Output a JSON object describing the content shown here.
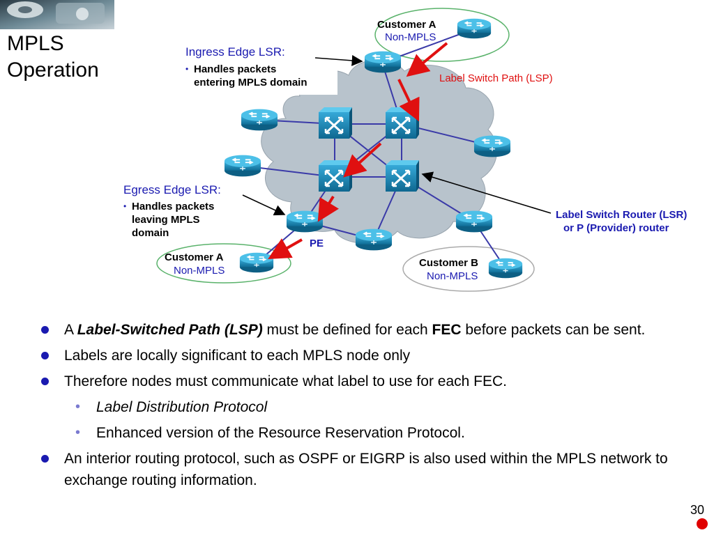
{
  "slide": {
    "title_line1": "MPLS",
    "title_line2": "Operation",
    "page_number": "30"
  },
  "diagram": {
    "ingress_label": "Ingress Edge LSR:",
    "ingress_desc1": "Handles packets",
    "ingress_desc2": "entering MPLS domain",
    "egress_label": "Egress Edge LSR:",
    "egress_desc1": "Handles packets",
    "egress_desc2": "leaving MPLS",
    "egress_desc3": "domain",
    "lsp_label": "Label Switch Path (LSP)",
    "lsr_label1": "Label Switch Router (LSR)",
    "lsr_label2": "or P (Provider) router",
    "pe_label": "PE",
    "customer_a_top": "Customer A",
    "customer_a_top_sub": "Non-MPLS",
    "customer_a_bottom": "Customer A",
    "customer_a_bottom_sub": "Non-MPLS",
    "customer_b": "Customer B",
    "customer_b_sub": "Non-MPLS",
    "colors": {
      "cloud": "#b8c3cc",
      "router": "#1b8fbf",
      "link": "#3a3aa8",
      "lsp_arrow": "#e01010",
      "label_blue": "#1a1ab0",
      "label_red": "#e01010"
    }
  },
  "bullets": {
    "b1_pre": "A ",
    "b1_em": "Label-Switched Path (LSP)",
    "b1_mid": " must be defined for each ",
    "b1_bold": "FEC",
    "b1_post": " before packets can be sent.",
    "b2": "Labels are locally significant to each MPLS node only",
    "b3": "Therefore nodes must communicate what label to use for each FEC.",
    "b3_sub1": "Label Distribution Protocol",
    "b3_sub2": "Enhanced version of the Resource Reservation Protocol.",
    "b4": "An interior routing protocol, such as OSPF or EIGRP is also used within the MPLS network to exchange routing information."
  }
}
